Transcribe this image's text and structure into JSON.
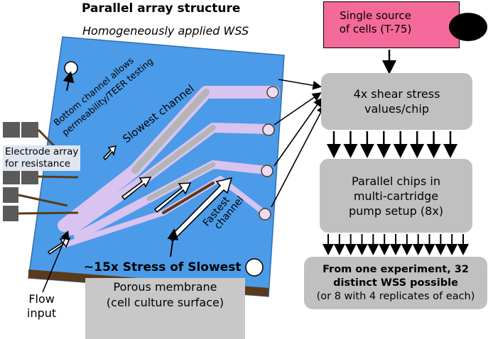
{
  "title": "Parallel array structure",
  "chip": {
    "top_label": "Homogeneously applied WSS",
    "bottom_channel_note": [
      "Bottom channel allows",
      "permeability/TEER testing"
    ],
    "slowest_label": "Slowest channel",
    "fastest_label": [
      "Fastest",
      "channel"
    ],
    "stress_label": "~15x Stress of Slowest",
    "electrode_label": [
      "Electrode array",
      "for resistance"
    ],
    "membrane_label": [
      "Porous membrane",
      "(cell culture surface)"
    ],
    "flow_label": [
      "Flow",
      "input"
    ],
    "colors": {
      "chip_blue": "#4c9be8",
      "channel_lavender": "#d9c3f0",
      "channel_gray": "#b5b5b5",
      "brown_stripe": "#5a3a1a",
      "source_pink": "#f46a9a"
    }
  },
  "flow": {
    "source": [
      "Single source",
      "of cells (T-75)"
    ],
    "box1": [
      "4x shear stress",
      "values/chip"
    ],
    "box2": [
      "Parallel chips in",
      "multi-cartridge",
      "pump setup (8x)"
    ],
    "box3_bold": [
      "From one experiment, 32",
      "distinct WSS possible"
    ],
    "box3_normal": "(or 8 with 4 replicates of each)",
    "arrows_box1_to_box2": 8,
    "arrows_box2_to_box3": 13
  }
}
